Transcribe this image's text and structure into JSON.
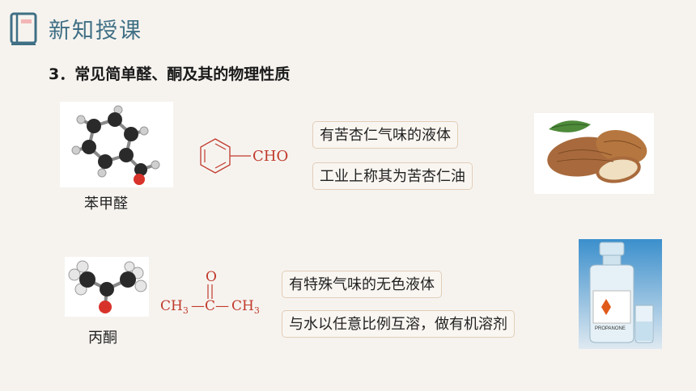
{
  "header": {
    "title": "新知授课"
  },
  "section": {
    "title": "3．常见简单醛、酮及其的物理性质"
  },
  "benzaldehyde": {
    "name": "苯甲醛",
    "formula_group": "CHO",
    "properties": [
      "有苦杏仁气味的液体",
      "工业上称其为苦杏仁油"
    ]
  },
  "acetone": {
    "name": "丙酮",
    "formula": {
      "o": "O",
      "ch3_left": "CH",
      "sub_left": "3",
      "c": "—C—",
      "ch3_right": "CH",
      "sub_right": "3",
      "dash_left": ""
    },
    "properties": [
      "有特殊气味的无色液体",
      "与水以任意比例互溶，做有机溶剂"
    ],
    "bottle_label": "PROPANONE"
  },
  "colors": {
    "accent": "#3f6f84",
    "chem": "#c0392b",
    "box_border": "#e2cdb8"
  }
}
